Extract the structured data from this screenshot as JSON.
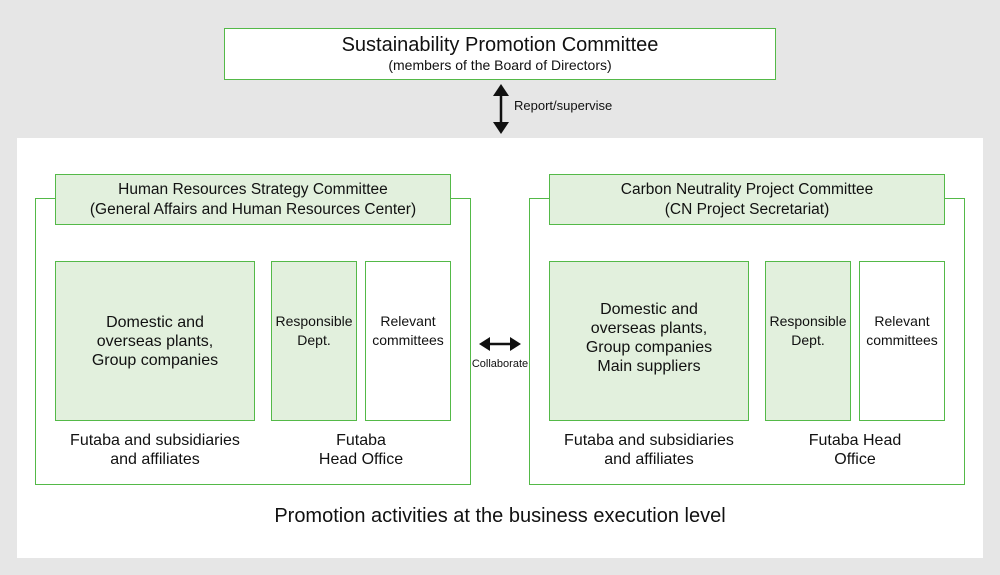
{
  "top_committee": {
    "title": "Sustainability Promotion Committee",
    "subtitle": "(members of the Board of Directors)"
  },
  "report_label": "Report/supervise",
  "collaborate_label": "Collaborate",
  "left_group": {
    "header_line1": "Human Resources Strategy Committee",
    "header_line2": "(General Affairs and Human Resources Center)",
    "box_main_lines": [
      "Domestic and",
      "overseas plants,",
      "Group companies"
    ],
    "box_responsible_lines": [
      "Responsible",
      "Dept."
    ],
    "box_relevant_lines": [
      "Relevant",
      "committees"
    ],
    "caption_left_lines": [
      "Futaba and subsidiaries",
      "and affiliates"
    ],
    "caption_right_lines": [
      "Futaba",
      "Head Office"
    ]
  },
  "right_group": {
    "header_line1": "Carbon Neutrality Project Committee",
    "header_line2": "(CN Project Secretariat)",
    "box_main_lines": [
      "Domestic and",
      "overseas plants,",
      "Group companies",
      "Main suppliers"
    ],
    "box_responsible_lines": [
      "Responsible",
      "Dept."
    ],
    "box_relevant_lines": [
      "Relevant",
      "committees"
    ],
    "caption_left_lines": [
      "Futaba and subsidiaries",
      "and affiliates"
    ],
    "caption_right_lines": [
      "Futaba Head",
      "Office"
    ]
  },
  "footer": "Promotion activities at the business execution level",
  "colors": {
    "border_green": "#54b948",
    "fill_green": "#e2f0dd",
    "background": "#e6e6e6"
  }
}
